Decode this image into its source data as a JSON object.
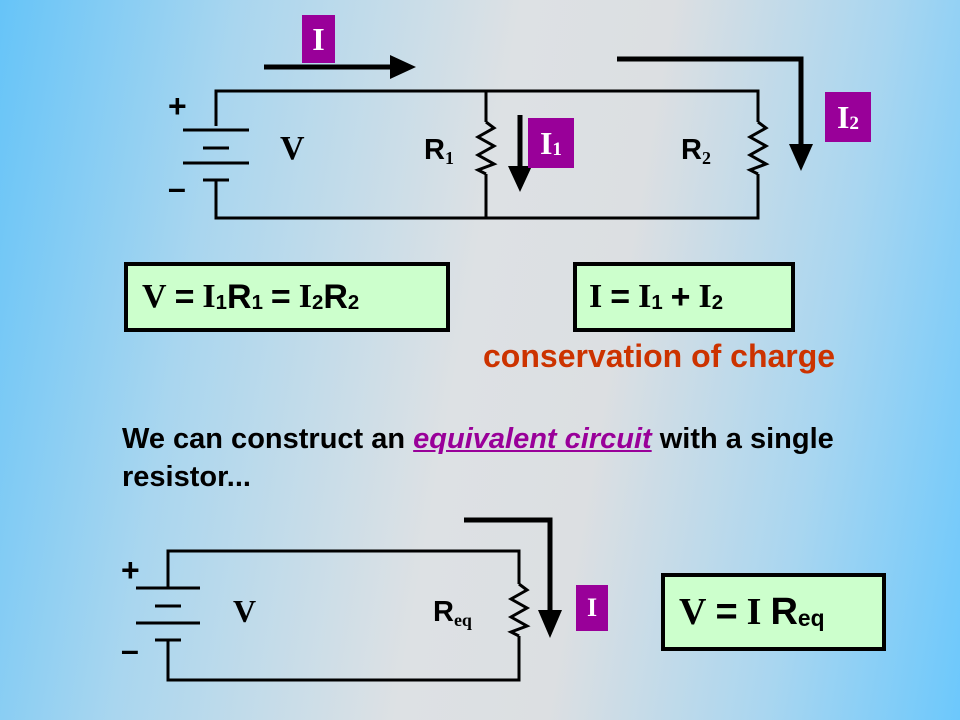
{
  "top_circuit": {
    "plus": "+",
    "minus": "–",
    "voltage_label": "V",
    "r1": {
      "base": "R",
      "sub": "1"
    },
    "r2": {
      "base": "R",
      "sub": "2"
    },
    "current_total": "I",
    "current_1": {
      "base": "I",
      "sub": "1"
    },
    "current_2": {
      "base": "I",
      "sub": "2"
    }
  },
  "equations": {
    "voltage": {
      "v": "V",
      "eq1": "=",
      "i1": "I",
      "i1_sub": "1",
      "r1": "R",
      "r1_sub": "1",
      "eq2": "=",
      "i2": "I",
      "i2_sub": "2",
      "r2": "R",
      "r2_sub": "2"
    },
    "current": {
      "i": "I",
      "eq": "=",
      "i1": "I",
      "i1_sub": "1",
      "plus": "+",
      "i2": "I",
      "i2_sub": "2"
    },
    "conservation_note": "conservation of charge"
  },
  "statement": {
    "before": "We can construct an ",
    "link": "equivalent circuit",
    "after": " with a single resistor..."
  },
  "bottom_circuit": {
    "plus": "+",
    "minus": "–",
    "voltage_label": "V",
    "req": {
      "base": "R",
      "sub": "eq"
    },
    "current": "I"
  },
  "equivalent_equation": {
    "v": "V",
    "eq": "=",
    "i": "I",
    "r": "R",
    "r_sub": "eq"
  },
  "colors": {
    "label_bg": "#990099",
    "box_fill": "#ccffcc",
    "note": "#cc3300",
    "wire": "#000000"
  }
}
